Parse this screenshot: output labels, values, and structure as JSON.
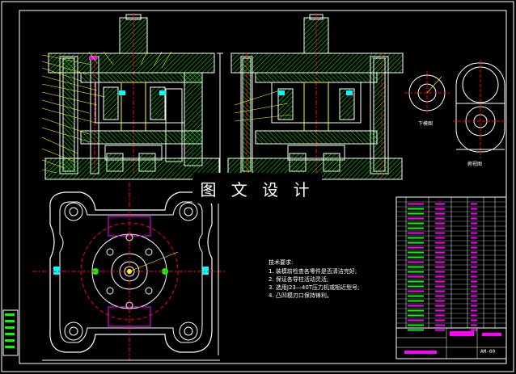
{
  "watermark": "图 文 设 计",
  "notes": {
    "heading": "技术要求:",
    "items": [
      "1. 装模前检查各零件是否清洁完好;",
      "2. 保证各导柱活动灵活;",
      "3. 选用J23—40T压力机或相近型号;",
      "4. 凸凹模刃口保持锋利。"
    ]
  },
  "view_labels": {
    "guide_view": "下模图",
    "side_view": "俯视图"
  },
  "title_block": {
    "drawing_code": "AM-00"
  },
  "colors": {
    "background": "#000000",
    "border": "#ffffff",
    "hatch": "#00ff00",
    "centerline": "#ff0000",
    "hidden": "#ffff00",
    "accent": "#ff00ff",
    "dimension": "#00ffff"
  }
}
